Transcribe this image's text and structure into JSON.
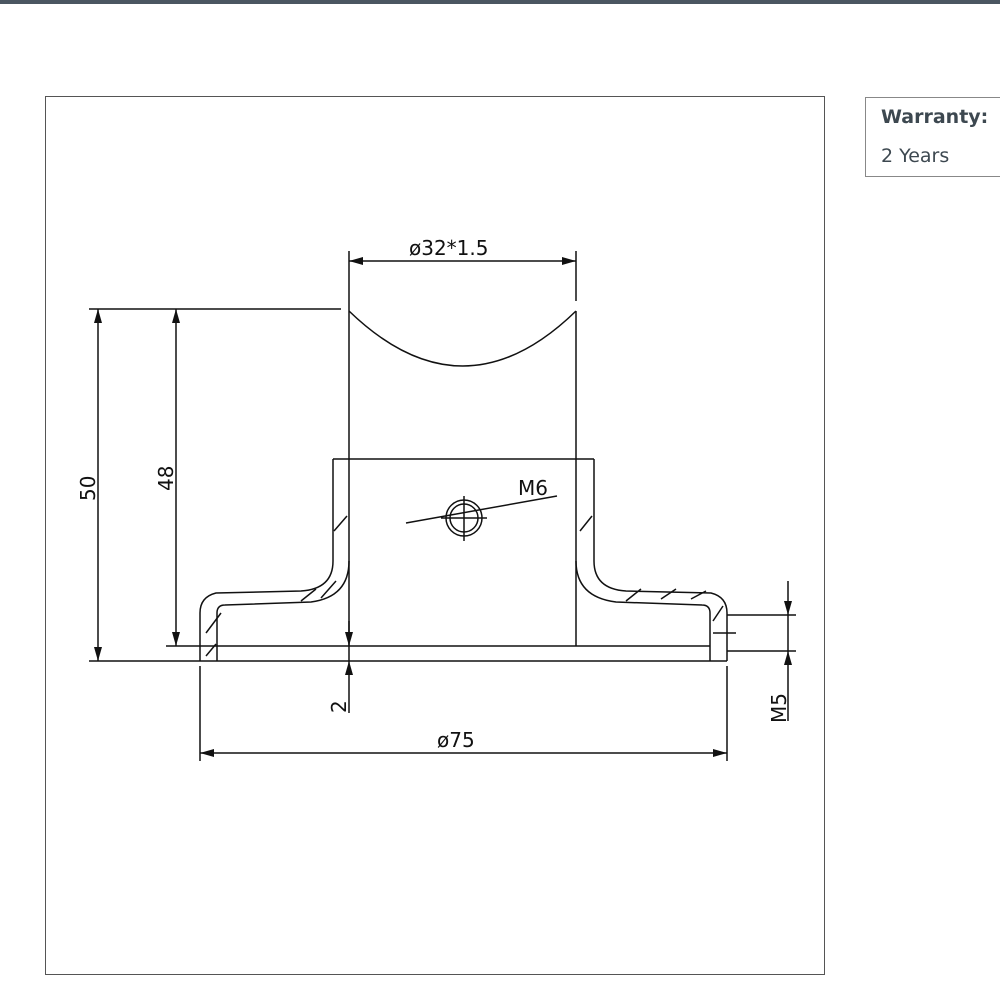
{
  "spec": {
    "label": "Warranty:",
    "value": "2 Years"
  },
  "drawing": {
    "tube_diameter": "ø32*1.5",
    "height_total": "50",
    "height_inner": "48",
    "base_thickness": "2",
    "base_diameter": "ø75",
    "set_screw": "M6",
    "mount_screw": "M5"
  }
}
